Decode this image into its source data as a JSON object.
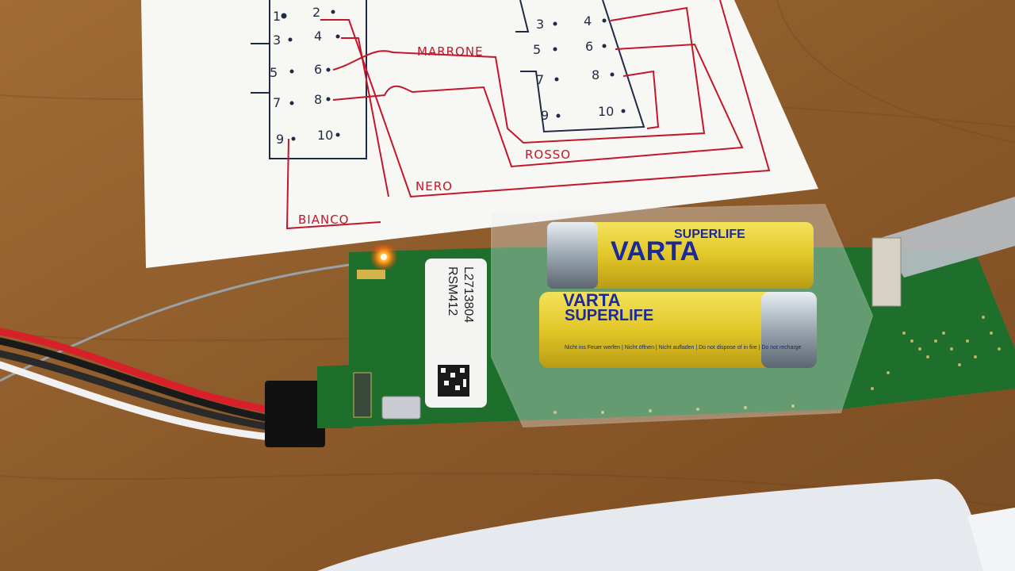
{
  "diagram": {
    "left_connector": [
      "1",
      "2",
      "3",
      "4",
      "5",
      "6",
      "7",
      "8",
      "9",
      "10"
    ],
    "right_connector": [
      "3",
      "4",
      "5",
      "6",
      "7",
      "8",
      "9",
      "10"
    ],
    "wire_labels": {
      "marrone": "MARRONE",
      "rosso": "ROSSO",
      "nero": "NERO",
      "bianco": "BIANCO"
    }
  },
  "module": {
    "label_line1": "RSM412",
    "label_line2": "L2713804"
  },
  "batteries": {
    "top": {
      "brand": "VARTA",
      "line": "SUPERLIFE"
    },
    "bottom": {
      "brand": "VARTA",
      "line": "SUPERLIFE",
      "warning": "Nicht ins Feuer werfen | Nicht öffnen | Nicht aufladen | Do not dispose of in fire | Do not recharge"
    }
  }
}
